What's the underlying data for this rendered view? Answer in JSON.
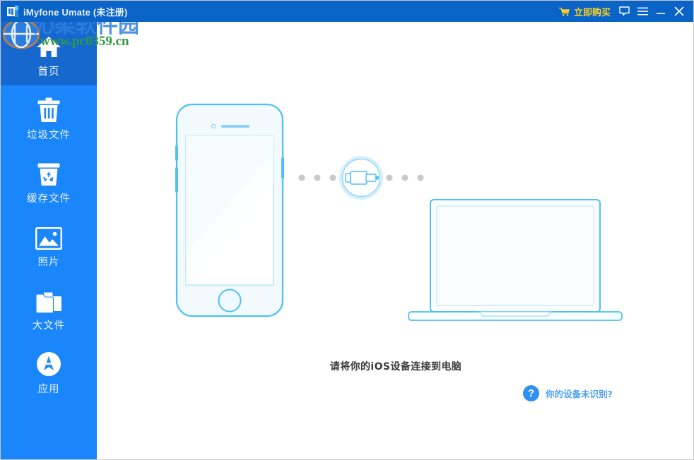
{
  "window": {
    "app_icon": "app-logo-icon",
    "title": "iMyfone Umate",
    "title_suffix": " (未注册)",
    "buy_label": "立即购买",
    "buy_color": "#ffd21e",
    "header_color": "#0a63c7",
    "controls": [
      {
        "name": "feedback-icon",
        "glyph": "speech-bubble"
      },
      {
        "name": "menu-icon",
        "glyph": "hamburger"
      },
      {
        "name": "minimize-icon",
        "glyph": "minus"
      },
      {
        "name": "close-icon",
        "glyph": "cross"
      }
    ]
  },
  "watermark": {
    "cn_text": "沁柔软件园",
    "url_text": "www.pc0359.cn",
    "url_color": "#2e9b3f",
    "cn_color": "#2f7fe0"
  },
  "sidebar": {
    "bg_color": "#1a86fb",
    "active_color": "#1668cf",
    "items": [
      {
        "label": "首页",
        "icon": "home-icon",
        "active": true
      },
      {
        "label": "垃圾文件",
        "icon": "trash-icon",
        "active": false
      },
      {
        "label": "缓存文件",
        "icon": "recycle-icon",
        "active": false
      },
      {
        "label": "照片",
        "icon": "photo-icon",
        "active": false
      },
      {
        "label": "大文件",
        "icon": "folder-icon",
        "active": false
      },
      {
        "label": "应用",
        "icon": "appstore-icon",
        "active": false
      }
    ]
  },
  "main": {
    "illustration": {
      "phone": "iphone-illustration",
      "connector": "usb-connector-icon",
      "laptop": "laptop-illustration",
      "dot_color": "#c9c9c9",
      "outline_color": "#56bff2"
    },
    "hint_text": "请将你的iOS设备连接到电脑",
    "not_recognized": {
      "icon": "question-mark-icon",
      "label": "你的设备未识别?",
      "color": "#4da0f5"
    }
  }
}
